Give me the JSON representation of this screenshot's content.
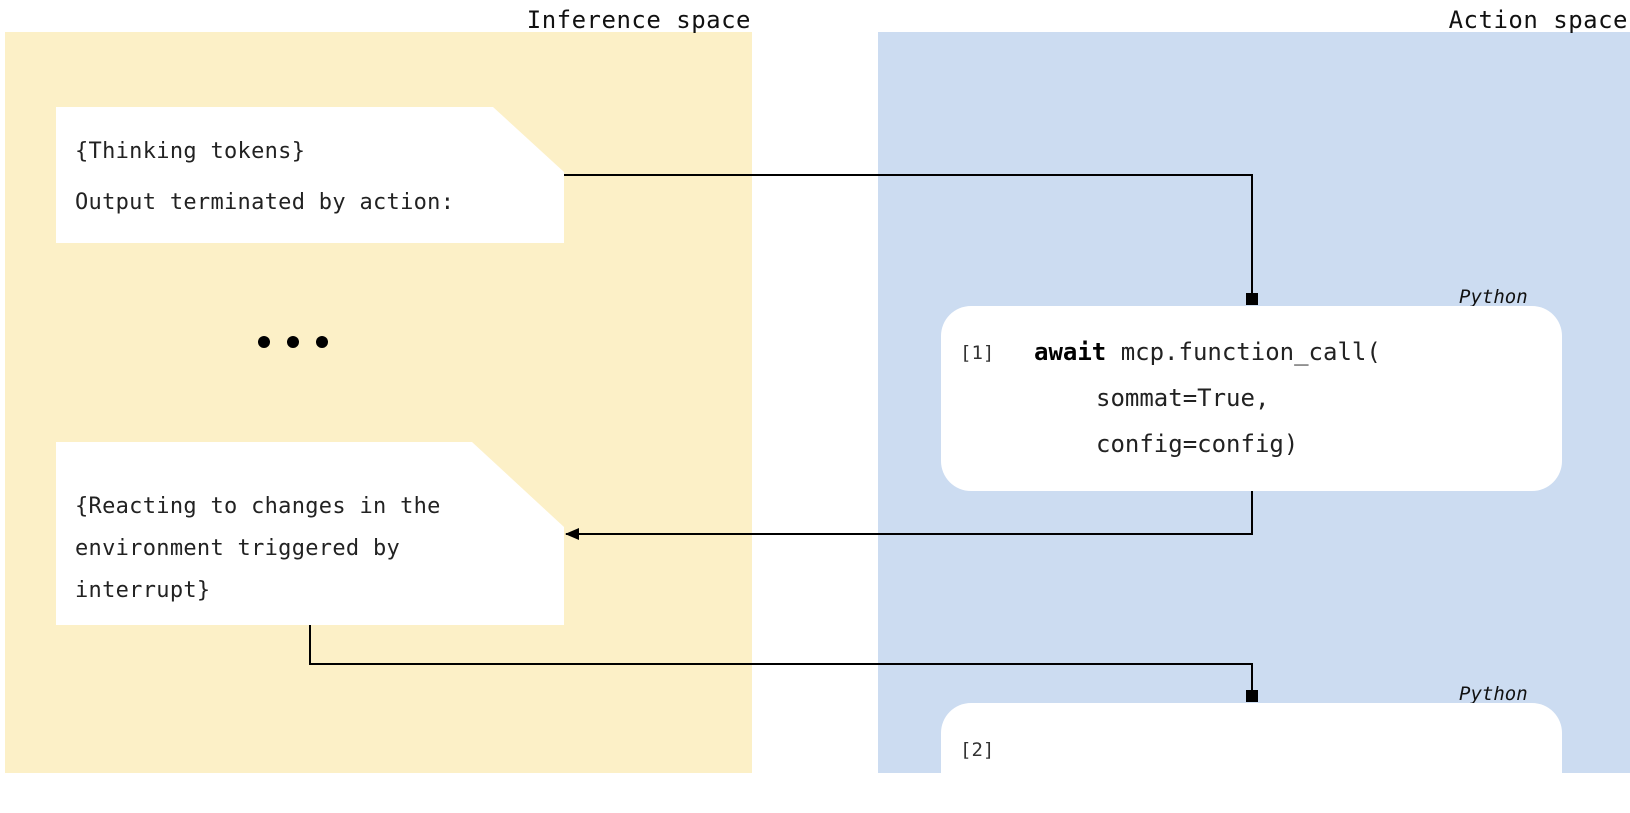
{
  "regions": {
    "inference": {
      "title": "Inference space",
      "color": "#fcf0c7"
    },
    "action": {
      "title": "Action space",
      "color": "#ccdcf1"
    }
  },
  "inference": {
    "note_1": {
      "line_1": "{Thinking tokens}",
      "line_2": "Output terminated by action:"
    },
    "ellipsis": "...",
    "note_2": {
      "line_1": "{Reacting to changes in the",
      "line_2": "environment triggered by",
      "line_3": "interrupt}"
    }
  },
  "action": {
    "cells": [
      {
        "language": "Python",
        "index": "[1]",
        "keyword": "await",
        "line_1_rest": " mcp.function_call(",
        "line_2": "sommat=True,",
        "line_3": "config=config)"
      },
      {
        "language": "Python",
        "index": "[2]"
      }
    ]
  }
}
